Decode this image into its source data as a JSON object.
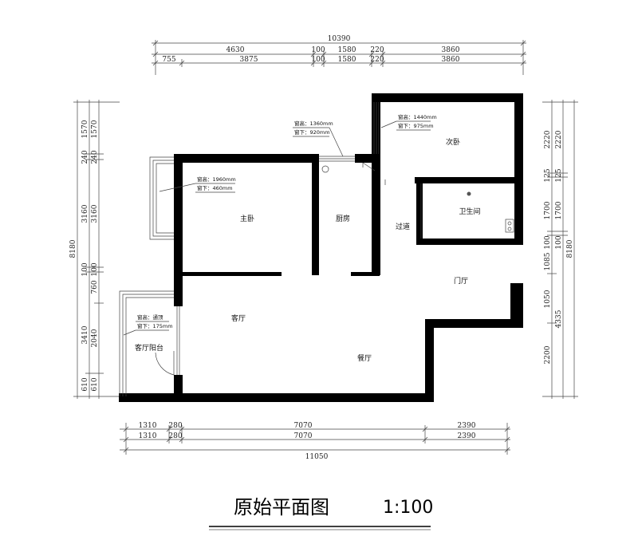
{
  "drawing": {
    "title": "原始平面图",
    "scale": "1:100"
  },
  "top_dims": {
    "total": "10390",
    "row1": [
      "4630",
      "100",
      "1580",
      "220",
      "3860"
    ],
    "row2": [
      "755",
      "3875",
      "100",
      "1580",
      "220",
      "3860"
    ]
  },
  "bottom_dims": {
    "row1": [
      "1310",
      "280",
      "7070",
      "2390"
    ],
    "row2": [
      "1310",
      "280",
      "7070",
      "2390"
    ],
    "total": "11050"
  },
  "left_dims": {
    "total": "8180",
    "outer": [
      "1570",
      "240",
      "3160",
      "100",
      "3410",
      "610"
    ],
    "inner": [
      "1570",
      "240",
      "3160",
      "100",
      "760",
      "2040",
      "610"
    ]
  },
  "right_dims": {
    "total": "8180",
    "inner": [
      "2220",
      "125",
      "1700",
      "100",
      "1085",
      "1050",
      "2200"
    ],
    "outer": [
      "2220",
      "125",
      "1700",
      "100",
      "4335"
    ]
  },
  "rooms": {
    "master_bedroom": "主卧",
    "kitchen": "厨房",
    "corridor": "过道",
    "second_bedroom": "次卧",
    "bathroom": "卫生间",
    "entrance_hall": "门厅",
    "living_room": "客厅",
    "dining_room": "餐厅",
    "living_balcony": "客厅阳台"
  },
  "window_notes": {
    "kitchen_height": "窗高：1360mm",
    "kitchen_sill": "窗下：920mm",
    "bedroom2_height": "窗高：1440mm",
    "bedroom2_sill": "窗下：975mm",
    "master_height": "窗高：1960mm",
    "master_sill": "窗下：460mm",
    "balcony_height": "窗高：通顶",
    "balcony_sill": "窗下：175mm"
  }
}
